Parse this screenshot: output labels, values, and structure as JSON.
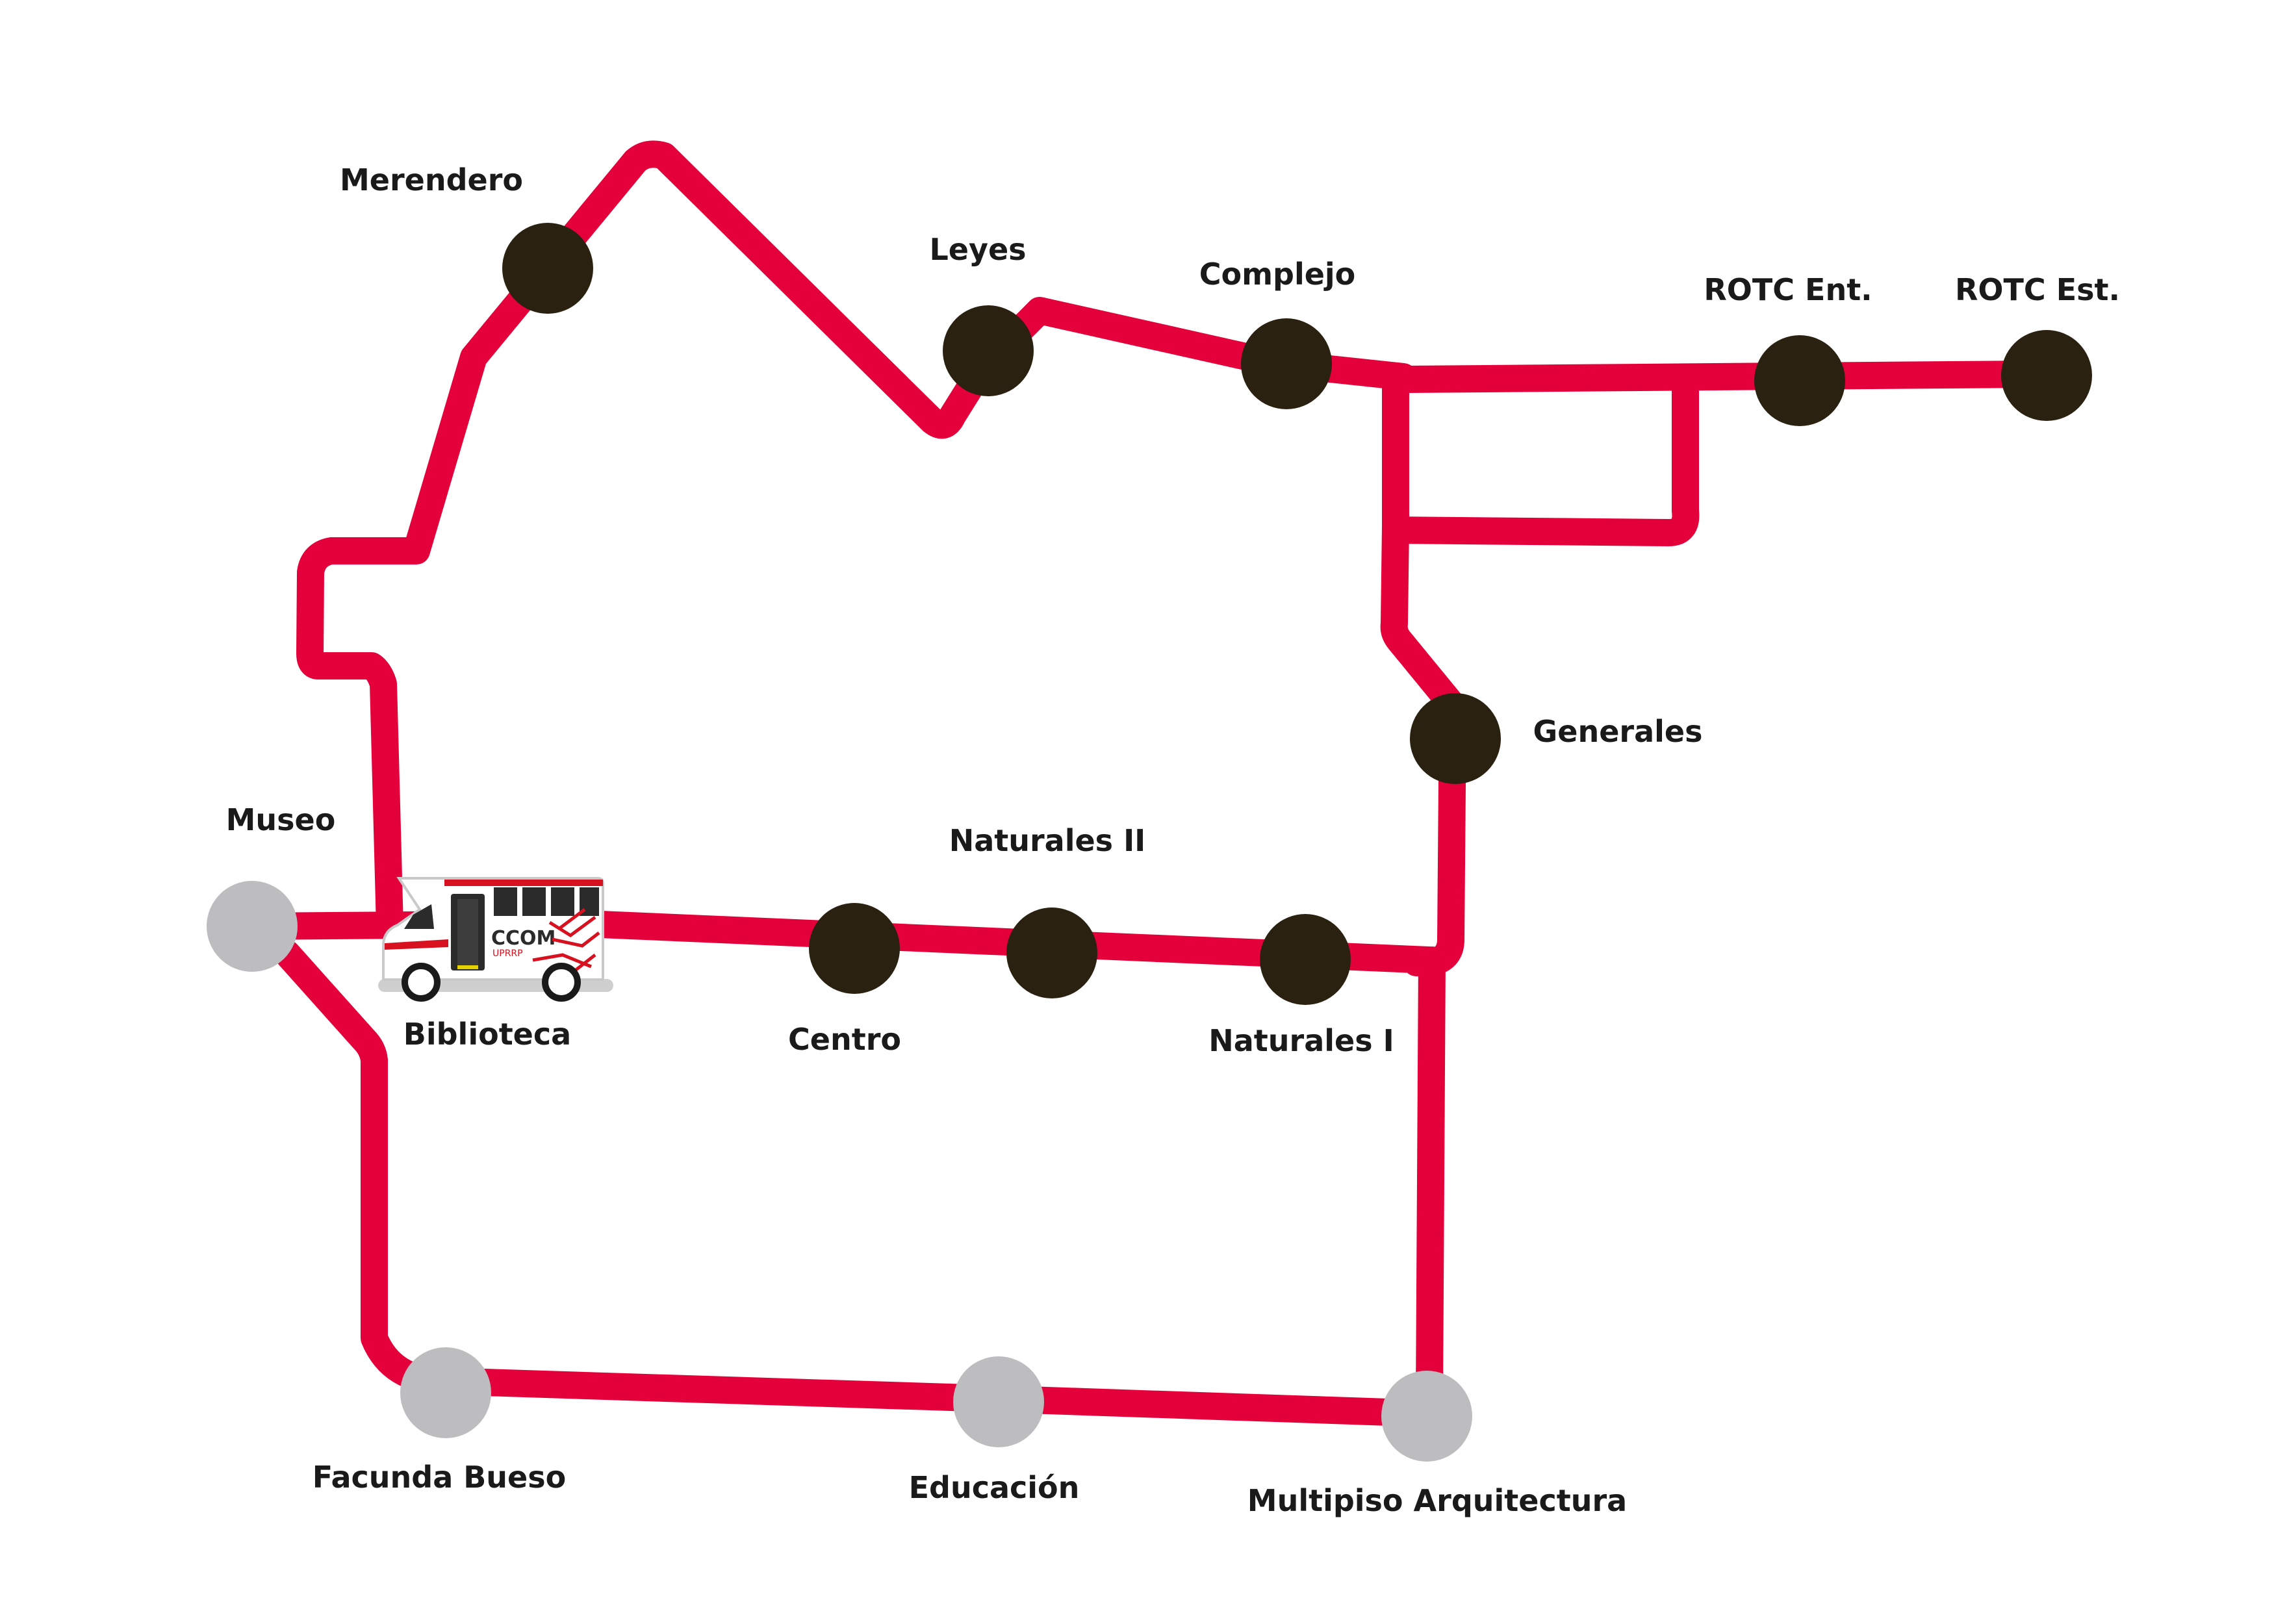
{
  "map": {
    "colors": {
      "route": "#e4003a",
      "stop_regular": "#2a2111",
      "stop_secondary": "#bdbdbf",
      "bus_accent": "#d7111f",
      "bus_dark": "#2b2b2b"
    },
    "stops": [
      {
        "id": "merendero",
        "label": "Merendero",
        "type": "regular"
      },
      {
        "id": "leyes",
        "label": "Leyes",
        "type": "regular"
      },
      {
        "id": "complejo",
        "label": "Complejo",
        "type": "regular"
      },
      {
        "id": "rotc-ent",
        "label": "ROTC Ent.",
        "type": "regular"
      },
      {
        "id": "rotc-est",
        "label": "ROTC Est.",
        "type": "regular"
      },
      {
        "id": "generales",
        "label": "Generales",
        "type": "regular"
      },
      {
        "id": "museo",
        "label": "Museo",
        "type": "secondary"
      },
      {
        "id": "biblioteca",
        "label": "Biblioteca",
        "type": "bus-location"
      },
      {
        "id": "centro",
        "label": "Centro",
        "type": "regular"
      },
      {
        "id": "naturales-ii",
        "label": "Naturales II",
        "type": "regular"
      },
      {
        "id": "naturales-i",
        "label": "Naturales I",
        "type": "regular"
      },
      {
        "id": "facunda-bueso",
        "label": "Facunda Bueso",
        "type": "secondary"
      },
      {
        "id": "educacion",
        "label": "Educación",
        "type": "secondary"
      },
      {
        "id": "multipiso-arquitectura",
        "label": "Multipiso Arquitectura",
        "type": "secondary"
      }
    ],
    "bus": {
      "icon": "bus-icon",
      "logo_text": "CCOM",
      "sub_text": "UPRRP"
    }
  }
}
